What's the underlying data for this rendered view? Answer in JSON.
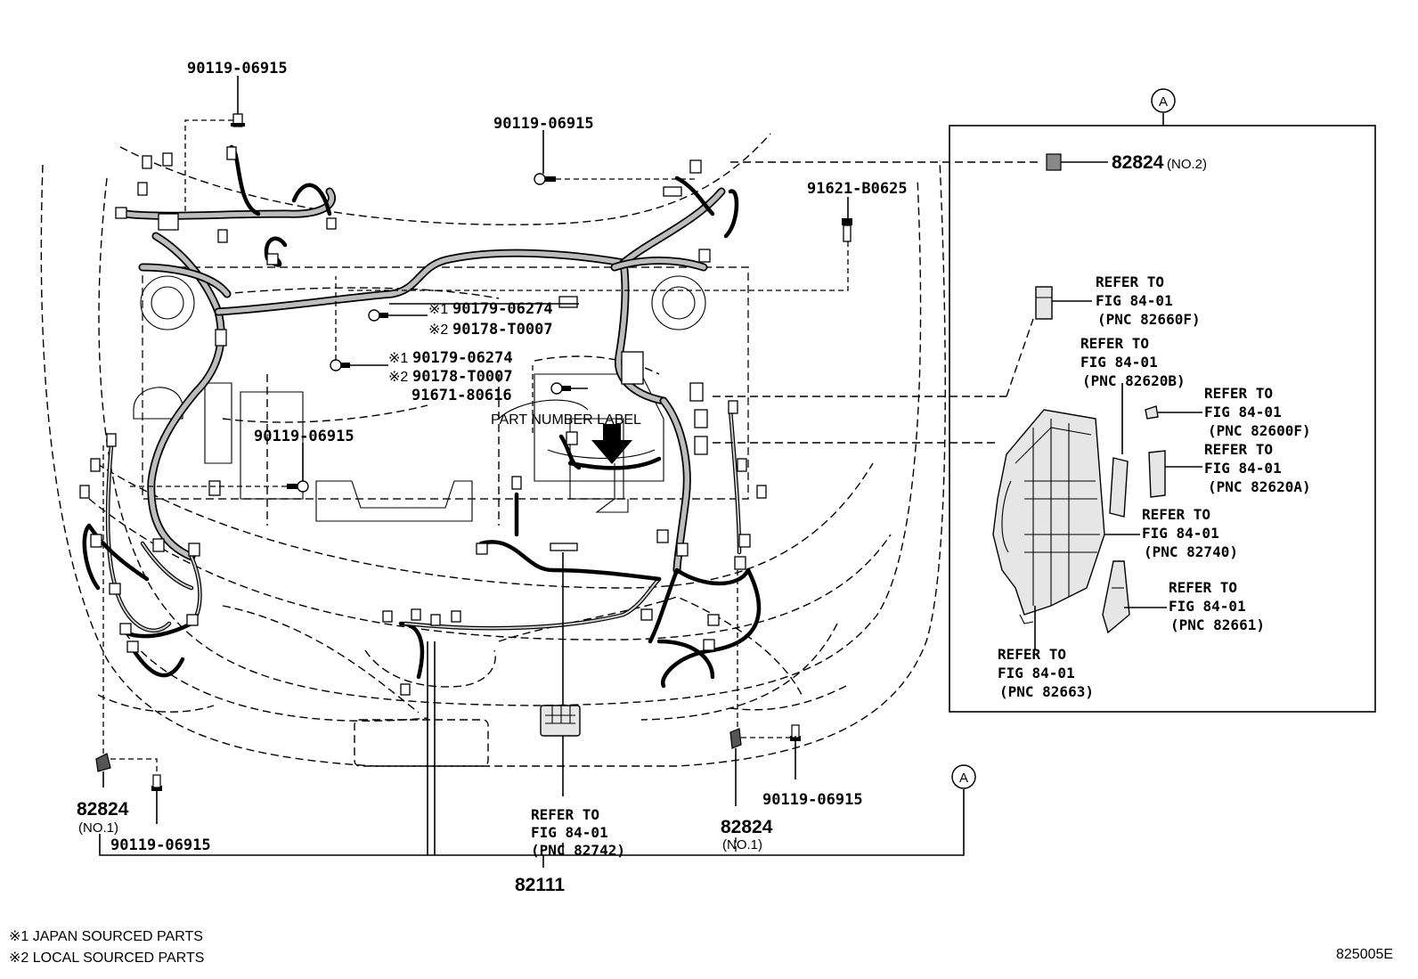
{
  "labels": {
    "top_bolt_left": "90119-06915",
    "top_bolt_center": "90119-06915",
    "bolt_91621": "91621-B0625",
    "mark1_a": "※1",
    "pn_90179_a": "90179-06274",
    "mark2_a": "※2",
    "pn_90178_a": "90178-T0007",
    "mark1_b": "※1",
    "pn_90179_b": "90179-06274",
    "mark2_b": "※2",
    "pn_90178_b": "90178-T0007",
    "pn_91671": "91671-80616",
    "part_number_label": "PART NUMBER LABEL",
    "mid_bolt": "90119-06915",
    "bolt_bottom_left": "90119-06915",
    "bolt_bottom_right": "90119-06915",
    "part_82824_left": "82824",
    "no1_left": "(NO.1)",
    "part_82824_right": "82824",
    "no1_right": "(NO.1)",
    "main_harness": "82111",
    "refer_82742": [
      "REFER TO",
      "FIG 84-01",
      "(PNC 82742)"
    ],
    "callout_a_bottom": "A"
  },
  "inset": {
    "callout": "A",
    "part_82824": "82824",
    "no2": "(NO.2)",
    "refer_82660F": [
      "REFER TO",
      "FIG 84-01",
      "(PNC 82660F)"
    ],
    "refer_82620B": [
      "REFER TO",
      "FIG 84-01",
      "(PNC 82620B)"
    ],
    "refer_82600F": [
      "REFER TO",
      "FIG 84-01",
      "(PNC 82600F)"
    ],
    "refer_82620A": [
      "REFER TO",
      "FIG 84-01",
      "(PNC 82620A)"
    ],
    "refer_82740": [
      "REFER TO",
      "FIG 84-01",
      "(PNC 82740)"
    ],
    "refer_82661": [
      "REFER TO",
      "FIG 84-01",
      "(PNC 82661)"
    ],
    "refer_82663": [
      "REFER TO",
      "FIG 84-01",
      "(PNC 82663)"
    ]
  },
  "notes": {
    "note1": "※1 JAPAN SOURCED PARTS",
    "note2": "※2 LOCAL SOURCED PARTS"
  },
  "figure_code": "825005E"
}
